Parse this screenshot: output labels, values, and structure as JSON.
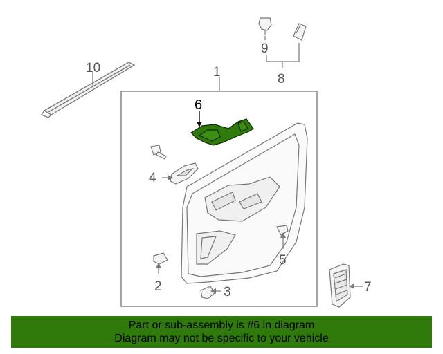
{
  "callouts": {
    "part_1": "1",
    "part_2": "2",
    "part_3": "3",
    "part_4": "4",
    "part_5": "5",
    "part_6": "6",
    "part_7": "7",
    "part_8": "8",
    "part_9": "9",
    "part_10": "10"
  },
  "highlight": {
    "part": "6",
    "color": "#2f7a0b"
  },
  "banner": {
    "line1": "Part or sub-assembly is #6 in diagram",
    "line2": "Diagram may not be specific to your vehicle",
    "background": "#2f7a0b"
  }
}
